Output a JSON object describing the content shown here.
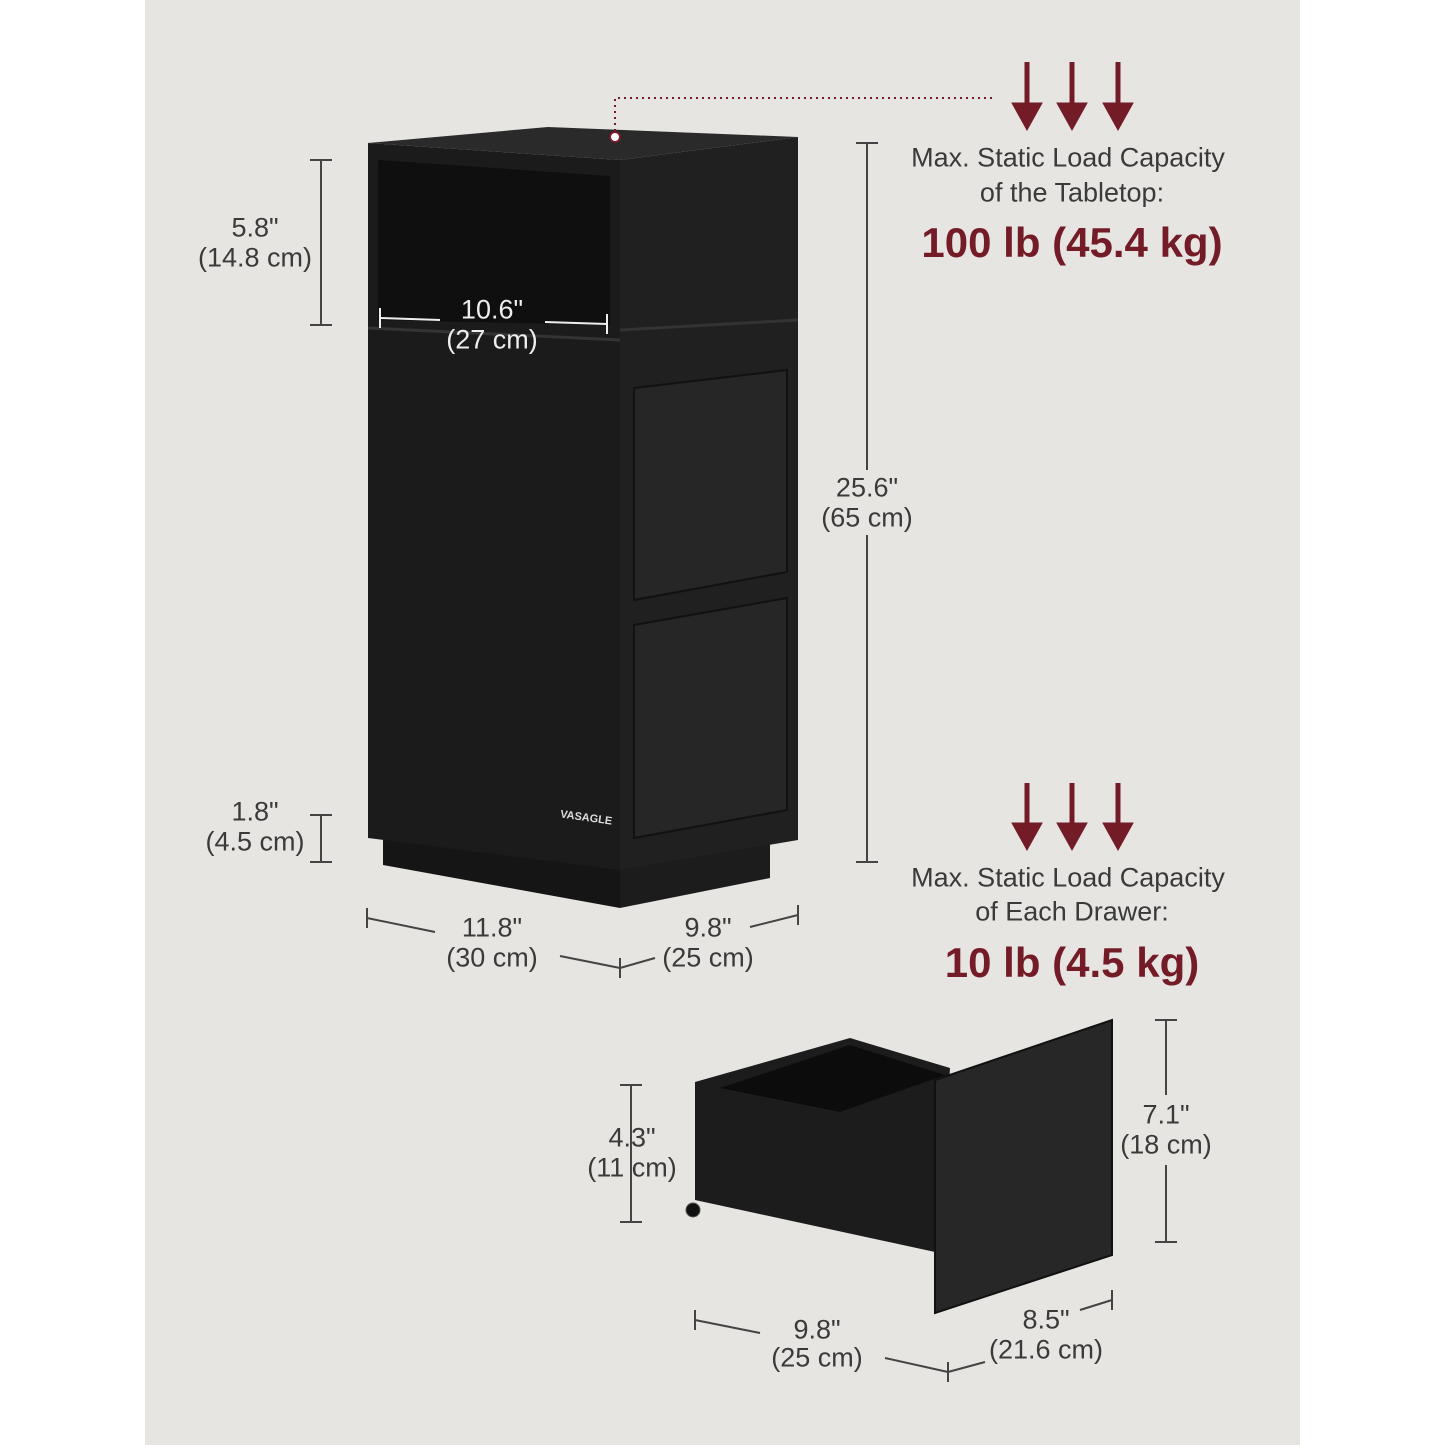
{
  "brand": "VASAGLE",
  "colors": {
    "background": "#e7e5e1",
    "accent": "#731b26",
    "wood": "#1a1a1a"
  },
  "cabinet_dims": {
    "shelf_height": {
      "in": "5.8\"",
      "cm": "(14.8 cm)"
    },
    "shelf_width": {
      "in": "10.6\"",
      "cm": "(27 cm)"
    },
    "base_height": {
      "in": "1.8\"",
      "cm": "(4.5 cm)"
    },
    "width": {
      "in": "11.8\"",
      "cm": "(30 cm)"
    },
    "depth": {
      "in": "9.8\"",
      "cm": "(25 cm)"
    },
    "height": {
      "in": "25.6\"",
      "cm": "(65 cm)"
    }
  },
  "load_tabletop": {
    "line1": "Max. Static Load Capacity",
    "line2": "of the Tabletop:",
    "value": "100 lb (45.4 kg)"
  },
  "load_drawer": {
    "line1": "Max. Static Load Capacity",
    "line2": "of Each Drawer:",
    "value": "10 lb (4.5 kg)"
  },
  "drawer_dims": {
    "inner_height": {
      "in": "4.3\"",
      "cm": "(11 cm)"
    },
    "front_height": {
      "in": "7.1\"",
      "cm": "(18 cm)"
    },
    "depth": {
      "in": "9.8\"",
      "cm": "(25 cm)"
    },
    "width": {
      "in": "8.5\"",
      "cm": "(21.6 cm)"
    }
  }
}
